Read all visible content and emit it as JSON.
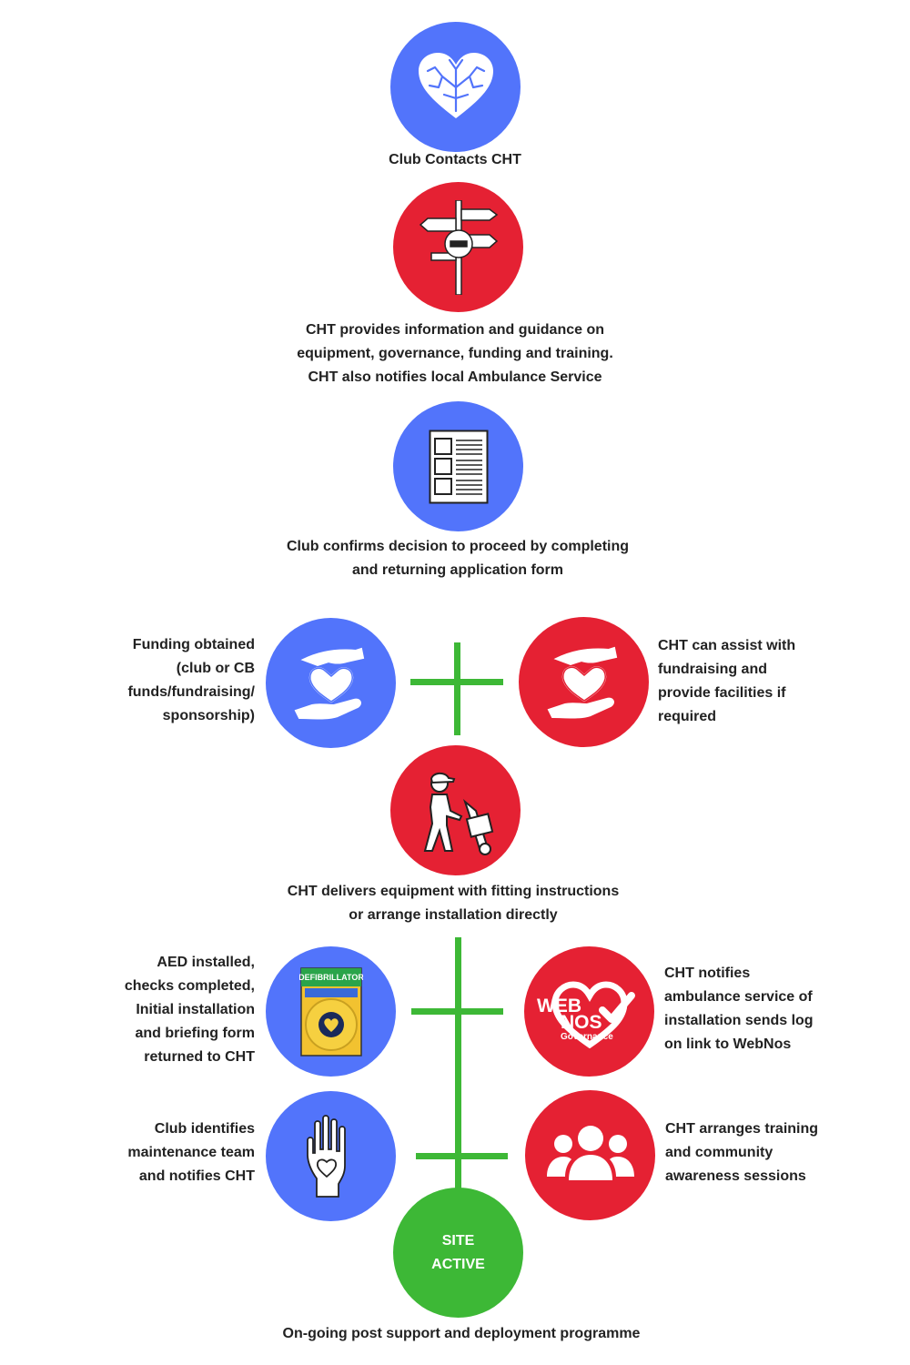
{
  "steps": {
    "club_contacts": "Club Contacts CHT",
    "guidance": "CHT provides information and guidance on\nequipment, governance, funding and training.\nCHT also notifies local Ambulance Service",
    "confirm": "Club confirms decision to proceed by completing\nand returning application form",
    "funding_obtained": "Funding obtained\n(club or CB\nfunds/fundraising/\nsponsorship)",
    "cht_assist": "CHT can assist with\nfundraising and\nprovide facilities if\nrequired",
    "delivers": "CHT delivers equipment with fitting instructions\nor arrange installation directly",
    "aed_installed": "AED installed,\nchecks completed,\nInitial installation\nand briefing form\nreturned to CHT",
    "notifies_ambulance": "CHT notifies\nambulance service of\ninstallation sends log\non link to WebNos",
    "maintenance": "Club identifies\nmaintenance team\nand notifies CHT",
    "training": "CHT arranges training\nand community\nawareness sessions",
    "site_active": "SITE\nACTIVE",
    "ongoing": "On-going post support and deployment programme"
  },
  "logos": {
    "defibrillator_label": "DEFIBRILLATOR",
    "webnos_text_1": "WEB",
    "webnos_text_2": "NOS",
    "webnos_text_3": "Governance"
  },
  "colors": {
    "blue": "#5274fb",
    "red": "#e52133",
    "green": "#3db836"
  },
  "icons": {
    "club_contacts": "coral-heart-icon",
    "guidance": "signpost-icon",
    "confirm": "form-document-icon",
    "funding_obtained": "hands-heart-icon",
    "cht_assist": "hands-heart-icon",
    "delivers": "delivery-person-icon",
    "aed_installed": "defibrillator-cabinet-icon",
    "notifies_ambulance": "webnos-logo-icon",
    "maintenance": "hand-heart-icon",
    "training": "group-people-icon"
  }
}
